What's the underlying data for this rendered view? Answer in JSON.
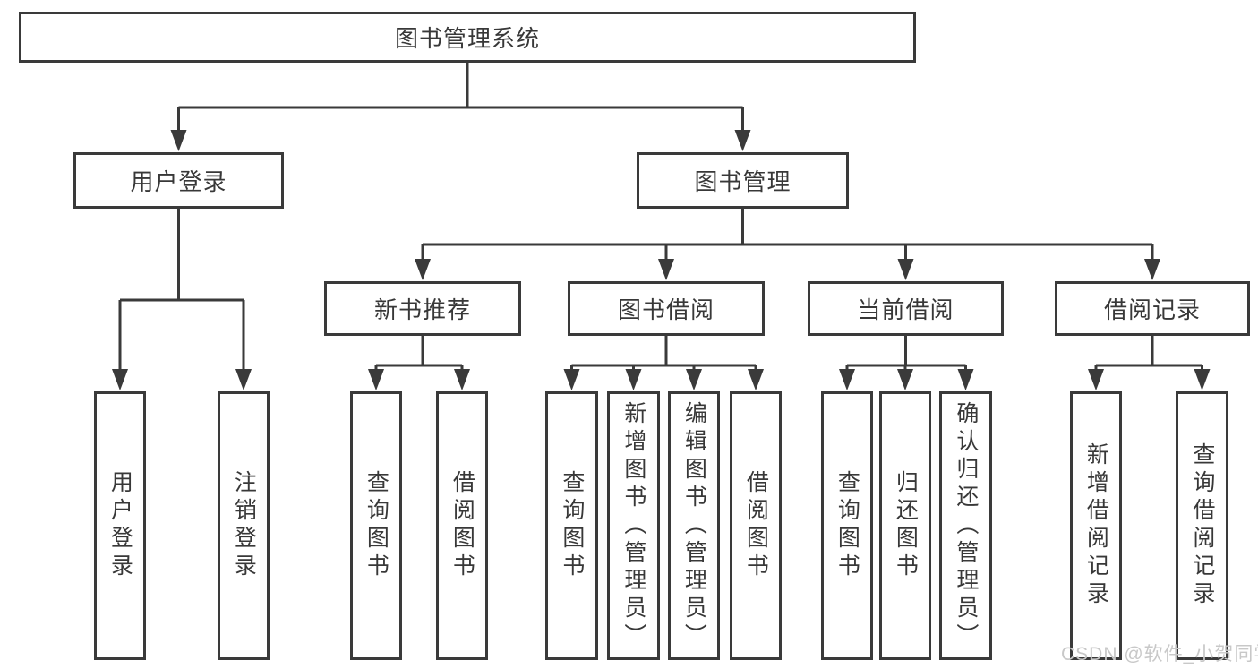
{
  "tree": {
    "root": {
      "label": "图书管理系统"
    },
    "branches": [
      {
        "label": "用户登录",
        "children": [
          {
            "label": "用户登录"
          },
          {
            "label": "注销登录"
          }
        ]
      },
      {
        "label": "图书管理",
        "sections": [
          {
            "label": "新书推荐",
            "children": [
              {
                "label": "查询图书"
              },
              {
                "label": "借阅图书"
              }
            ]
          },
          {
            "label": "图书借阅",
            "children": [
              {
                "label": "查询图书"
              },
              {
                "label": "新增图书（管理员）"
              },
              {
                "label": "编辑图书（管理员）"
              },
              {
                "label": "借阅图书"
              }
            ]
          },
          {
            "label": "当前借阅",
            "children": [
              {
                "label": "查询图书"
              },
              {
                "label": "归还图书"
              },
              {
                "label": "确认归还（管理员）"
              }
            ]
          },
          {
            "label": "借阅记录",
            "children": [
              {
                "label": "新增借阅记录"
              },
              {
                "label": "查询借阅记录"
              }
            ]
          }
        ]
      }
    ]
  },
  "colors": {
    "line": "#3a3a3a",
    "text": "#383838",
    "box_background": "#ffffff",
    "watermark": "#c8c8c8"
  },
  "watermark": {
    "text": "CSDN @软件_小贺同学"
  }
}
